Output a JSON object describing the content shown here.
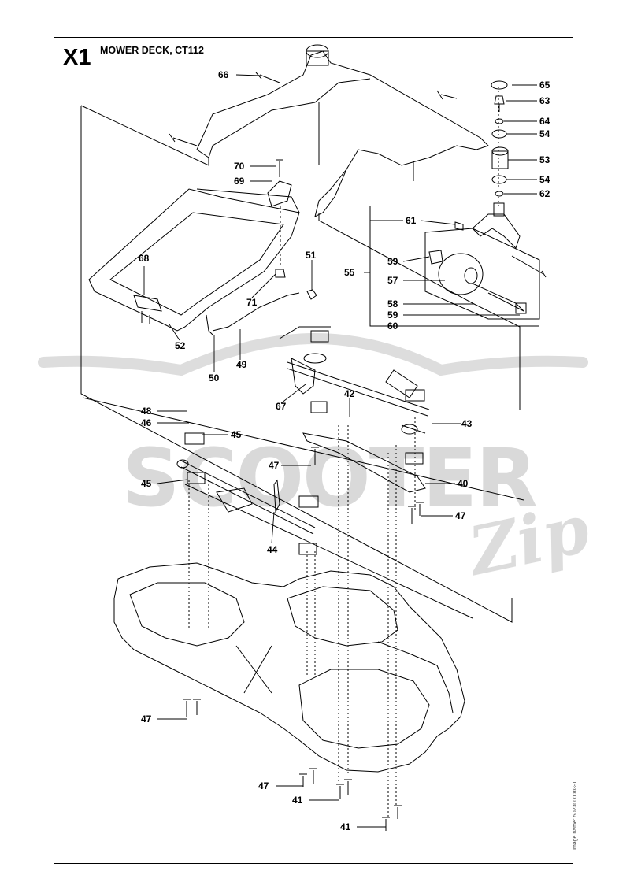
{
  "header": {
    "section_code": "X1",
    "title": "MOWER DECK, CT112"
  },
  "side_note": "Image name: 5023000003-J",
  "watermark": {
    "brand": "SCOOTER",
    "script": "Zip"
  },
  "colors": {
    "ink": "#000000",
    "watermark": "#d9d9d9"
  },
  "part_labels": {
    "p40": "40",
    "p41a": "41",
    "p41b": "41",
    "p42": "42",
    "p43": "43",
    "p44": "44",
    "p45a": "45",
    "p45b": "45",
    "p46": "46",
    "p47a": "47",
    "p47b": "47",
    "p47c": "47",
    "p47d": "47",
    "p48": "48",
    "p49": "49",
    "p50": "50",
    "p51": "51",
    "p52": "52",
    "p53": "53",
    "p54a": "54",
    "p54b": "54",
    "p55": "55",
    "p57": "57",
    "p58": "58",
    "p59a": "59",
    "p59b": "59",
    "p60": "60",
    "p61": "61",
    "p62": "62",
    "p63": "63",
    "p64": "64",
    "p65": "65",
    "p66": "66",
    "p67": "67",
    "p68": "68",
    "p69": "69",
    "p70": "70",
    "p71": "71"
  }
}
